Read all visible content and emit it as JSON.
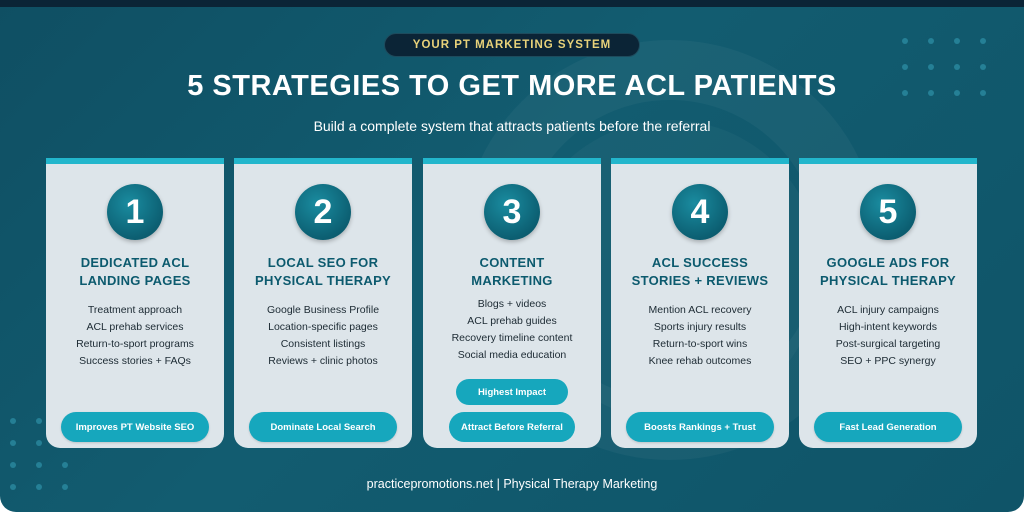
{
  "header": {
    "tag": "YOUR PT MARKETING SYSTEM",
    "title": "5 STRATEGIES TO GET MORE ACL PATIENTS",
    "subtitle": "Build a complete system that attracts patients before the referral"
  },
  "cards": [
    {
      "number": "1",
      "title_line1": "DEDICATED ACL",
      "title_line2": "LANDING PAGES",
      "items": [
        "Treatment approach",
        "ACL prehab services",
        "Return-to-sport programs",
        "Success stories + FAQs"
      ],
      "button": "Improves PT Website SEO"
    },
    {
      "number": "2",
      "title_line1": "LOCAL SEO FOR",
      "title_line2": "PHYSICAL THERAPY",
      "items": [
        "Google Business Profile",
        "Location-specific pages",
        "Consistent listings",
        "Reviews + clinic photos"
      ],
      "button": "Dominate Local Search"
    },
    {
      "number": "3",
      "title_line1": "CONTENT",
      "title_line2": "MARKETING",
      "items": [
        "Blogs + videos",
        "ACL prehab guides",
        "Recovery timeline content",
        "Social media education"
      ],
      "badge": "Highest Impact",
      "button": "Attract Before Referral"
    },
    {
      "number": "4",
      "title_line1": "ACL SUCCESS",
      "title_line2": "STORIES + REVIEWS",
      "items": [
        "Mention ACL recovery",
        "Sports injury results",
        "Return-to-sport wins",
        "Knee rehab outcomes"
      ],
      "button": "Boosts Rankings + Trust"
    },
    {
      "number": "5",
      "title_line1": "GOOGLE ADS FOR",
      "title_line2": "PHYSICAL THERAPY",
      "items": [
        "ACL injury campaigns",
        "High-intent keywords",
        "Post-surgical targeting",
        "SEO + PPC synergy"
      ],
      "button": "Fast Lead Generation"
    }
  ],
  "footer": "practicepromotions.net | Physical Therapy Marketing",
  "colors": {
    "background": "#125c70",
    "card": "#dde5ea",
    "accent": "#16a7bd",
    "tag_text": "#e8d27a"
  }
}
